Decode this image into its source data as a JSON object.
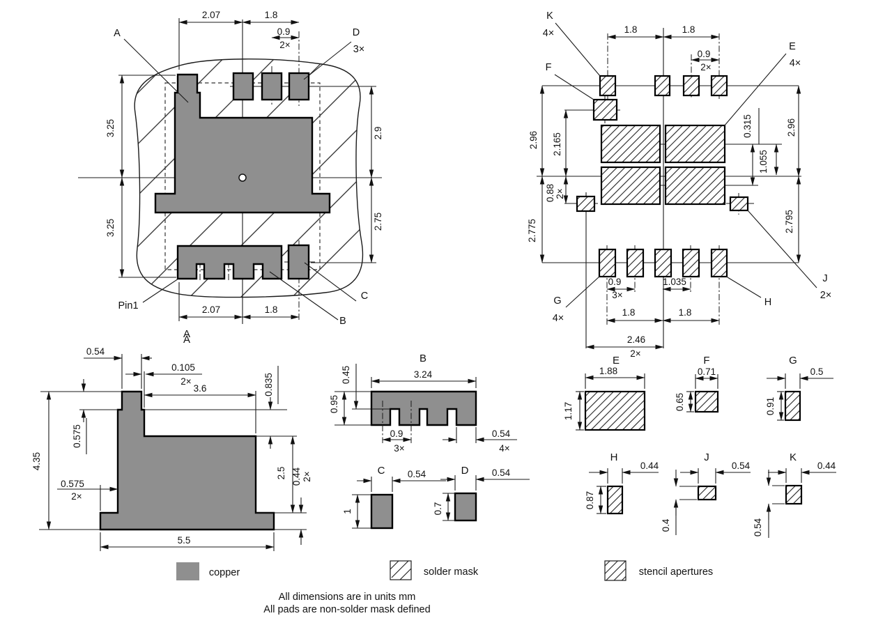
{
  "colors": {
    "copper": "#8f8f8f",
    "line": "#1a1a1a"
  },
  "legend": {
    "copper": "copper",
    "solder_mask": "solder mask",
    "stencil_apertures": "stencil apertures"
  },
  "notes": [
    "All dimensions are in units mm",
    "All pads are non-solder mask defined"
  ],
  "land_view": {
    "title": "A",
    "labels": {
      "a": "A",
      "d": "D",
      "d_count": "3×",
      "c": "C",
      "b": "B",
      "pin1": "Pin1"
    },
    "dims": {
      "top_left": "2.07",
      "top_right": "1.8",
      "top_pitch": "0.9",
      "top_pitch_count": "2×",
      "left_upper": "3.25",
      "left_lower": "3.25",
      "right_upper": "2.9",
      "right_lower": "2.75",
      "bottom_left": "2.07",
      "bottom_right": "1.8"
    }
  },
  "stencil_view": {
    "labels": {
      "k": "K",
      "k_count": "4×",
      "f": "F",
      "e": "E",
      "e_count": "4×",
      "g": "G",
      "g_count": "4×",
      "h": "H",
      "j": "J",
      "j_count": "2×"
    },
    "dims": {
      "top_left": "1.8",
      "top_right": "1.8",
      "top_pitch": "0.9",
      "top_pitch_count": "2×",
      "left_upper": "2.96",
      "left_f": "2.165",
      "left_small": "0.88",
      "left_small_count": "2×",
      "left_lower": "2.775",
      "right_upper": "2.96",
      "right_gap": "0.315",
      "right_center": "1.055",
      "right_lower": "2.795",
      "bottom_pitch": "0.9",
      "bottom_pitch_count": "3×",
      "bottom_mid": "1.035",
      "bottom_left": "1.8",
      "bottom_right": "1.8",
      "bottom_span": "2.46",
      "bottom_span_count": "2×"
    }
  },
  "details": {
    "a": {
      "title": "A",
      "dims": {
        "tab_w": "0.54",
        "step": "0.105",
        "step_count": "2×",
        "body_top": "3.6",
        "step_h": "0.835",
        "tab_h": "0.575",
        "total_h": "4.35",
        "flange_overhang": "0.575",
        "flange_overhang_count": "2×",
        "body_h": "2.5",
        "flange_h": "0.44",
        "flange_h_count": "2×",
        "total_w": "5.5"
      }
    },
    "b": {
      "title": "B",
      "dims": {
        "w": "3.24",
        "upper_h": "0.45",
        "h": "0.95",
        "pitch": "0.9",
        "pitch_count": "3×",
        "tooth_w": "0.54",
        "tooth_count": "4×"
      }
    },
    "c": {
      "title": "C",
      "dims": {
        "w": "0.54",
        "h": "1"
      }
    },
    "d": {
      "title": "D",
      "dims": {
        "w": "0.54",
        "h": "0.7"
      }
    },
    "e": {
      "title": "E",
      "dims": {
        "w": "1.88",
        "h": "1.17"
      }
    },
    "f": {
      "title": "F",
      "dims": {
        "w": "0.71",
        "h": "0.65"
      }
    },
    "g": {
      "title": "G",
      "dims": {
        "w": "0.5",
        "h": "0.91"
      }
    },
    "h": {
      "title": "H",
      "dims": {
        "w": "0.44",
        "h": "0.87"
      }
    },
    "j": {
      "title": "J",
      "dims": {
        "w": "0.54",
        "h": "0.4"
      }
    },
    "k": {
      "title": "K",
      "dims": {
        "w": "0.44",
        "h": "0.54"
      }
    }
  }
}
